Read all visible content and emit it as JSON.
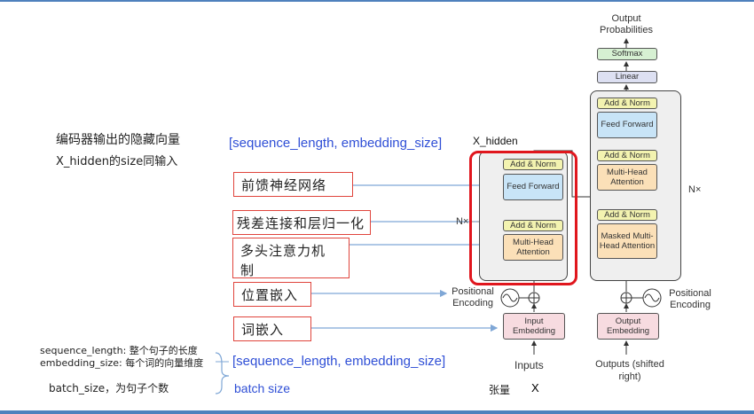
{
  "left": {
    "title_line1": "编码器输出的隐藏向量",
    "title_line2": "X_hidden的size同输入",
    "shape_top": "[sequence_length, embedding_size]",
    "x_hidden": "X_hidden",
    "note_seq": "sequence_length: 整个句子的长度",
    "note_emb": "embedding_size: 每个词的向量维度",
    "note_batch": "batch_size，为句子个数",
    "shape_bottom": "[sequence_length, embedding_size]",
    "batch": "batch size",
    "tensor": "张量",
    "tensor_x": "X"
  },
  "labels": {
    "feed_forward": "前馈神经网络",
    "residual": "残差连接和层归一化",
    "mha": "多头注意力机制",
    "mha2": "制",
    "mha_cont": "多头注意力机",
    "positional": "位置嵌入",
    "word_embed": "词嵌入"
  },
  "encoder": {
    "add_norm": "Add & Norm",
    "feed_forward": "Feed Forward",
    "mha": "Multi-Head Attention",
    "nx": "N×",
    "positional": "Positional Encoding",
    "input_embedding": "Input Embedding",
    "inputs": "Inputs"
  },
  "decoder": {
    "output_probs": "Output Probabilities",
    "softmax": "Softmax",
    "linear": "Linear",
    "add_norm": "Add & Norm",
    "feed_forward": "Feed Forward",
    "mha": "Multi-Head Attention",
    "masked_mha": "Masked Multi-Head Attention",
    "nx": "N×",
    "positional": "Positional Encoding",
    "output_embedding": "Output Embedding",
    "outputs": "Outputs (shifted right)"
  },
  "colors": {
    "accent_blue": "#2f4fd6",
    "highlight_red": "#e0161d",
    "label_border": "#e0443c",
    "arrow_blue": "#7fa7d6"
  }
}
